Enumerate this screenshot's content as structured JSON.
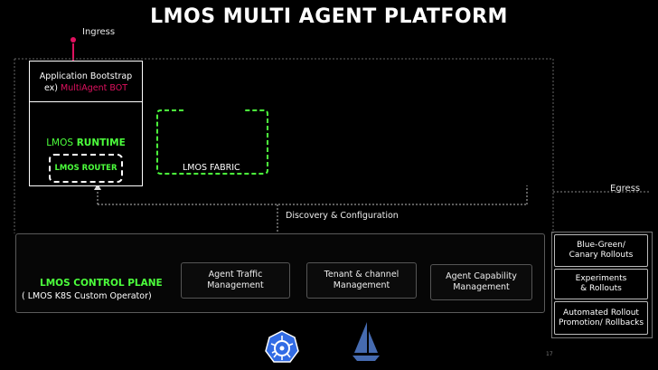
{
  "title": "LMOS MULTI AGENT PLATFORM",
  "ingress": "Ingress",
  "egress": "Egress",
  "bootstrap": {
    "line1": "Application Bootstrap",
    "line2_prefix": "ex)",
    "line2_highlight": "MultiAgent BOT"
  },
  "runtime": {
    "prefix": "LMOS",
    "highlight": "RUNTIME",
    "router": "LMOS ROUTER"
  },
  "fabric": "LMOS FABRIC",
  "discovery": "Discovery & Configuration",
  "control_plane": {
    "title": "LMOS CONTROL PLANE",
    "subtitle": "( LMOS K8S Custom Operator)"
  },
  "steps": [
    {
      "line1": "Agent Traffic",
      "line2": "Management"
    },
    {
      "line1": "Tenant & channel",
      "line2": "Management"
    },
    {
      "line1": "Agent Capability",
      "line2": "Management"
    }
  ],
  "right_boxes": [
    {
      "line1": "Blue-Green/",
      "line2": "Canary Rollouts"
    },
    {
      "line1": "Experiments",
      "line2": "& Rollouts"
    },
    {
      "line1": "Automated Rollout",
      "line2": "Promotion/ Rollbacks"
    }
  ],
  "page_number": "17",
  "colors": {
    "green": "#4cff3c",
    "magenta": "#e0115f",
    "kubernetes": "#326ce5",
    "istio": "#466bb0"
  },
  "icons": [
    "kubernetes-icon",
    "istio-icon"
  ]
}
